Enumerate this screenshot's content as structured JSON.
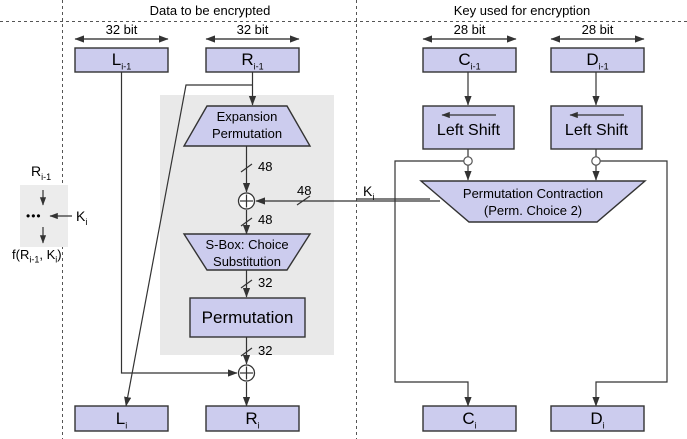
{
  "title": "DES single round structure",
  "colors": {
    "box_fill": "#ccccee",
    "box_stroke": "#333333",
    "panel_fill": "#e9e9e9",
    "line": "#444444",
    "divider": "#555555",
    "text": "#000000"
  },
  "headers": {
    "left": "Data to be encrypted",
    "right": "Key used for encryption"
  },
  "bitlabels": {
    "l_prev": "32 bit",
    "r_prev": "32 bit",
    "c_prev": "28 bit",
    "d_prev": "28 bit"
  },
  "data_blocks": {
    "l_prev": "L",
    "l_prev_sub": "i-1",
    "r_prev": "R",
    "r_prev_sub": "i-1",
    "l_out": "L",
    "l_out_sub": "i",
    "r_out": "R",
    "r_out_sub": "i"
  },
  "key_blocks": {
    "c_prev": "C",
    "c_prev_sub": "i-1",
    "d_prev": "D",
    "d_prev_sub": "i-1",
    "c_out": "C",
    "c_out_sub": "i",
    "d_out": "D",
    "d_out_sub": "i"
  },
  "stages": {
    "expansion_line1": "Expansion",
    "expansion_line2": "Permutation",
    "sbox_line1": "S-Box: Choice",
    "sbox_line2": "Substitution",
    "permutation": "Permutation",
    "left_shift_1": "Left Shift",
    "left_shift_2": "Left Shift",
    "contraction_line1": "Permutation Contraction",
    "contraction_line2": "(Perm. Choice 2)"
  },
  "widths": {
    "after_expansion": "48",
    "key_into_xor": "48",
    "after_xor": "48",
    "after_sbox": "32",
    "after_permutation": "32"
  },
  "subkey_label": {
    "base": "K",
    "sub": "i"
  },
  "legend": {
    "input_base": "R",
    "input_sub": "i-1",
    "dots": "•••",
    "key_base": "K",
    "key_sub": "i",
    "output": "f(R",
    "output_sub1": "i-1",
    "output_mid": ", K",
    "output_sub2": "i",
    "output_end": ")"
  }
}
